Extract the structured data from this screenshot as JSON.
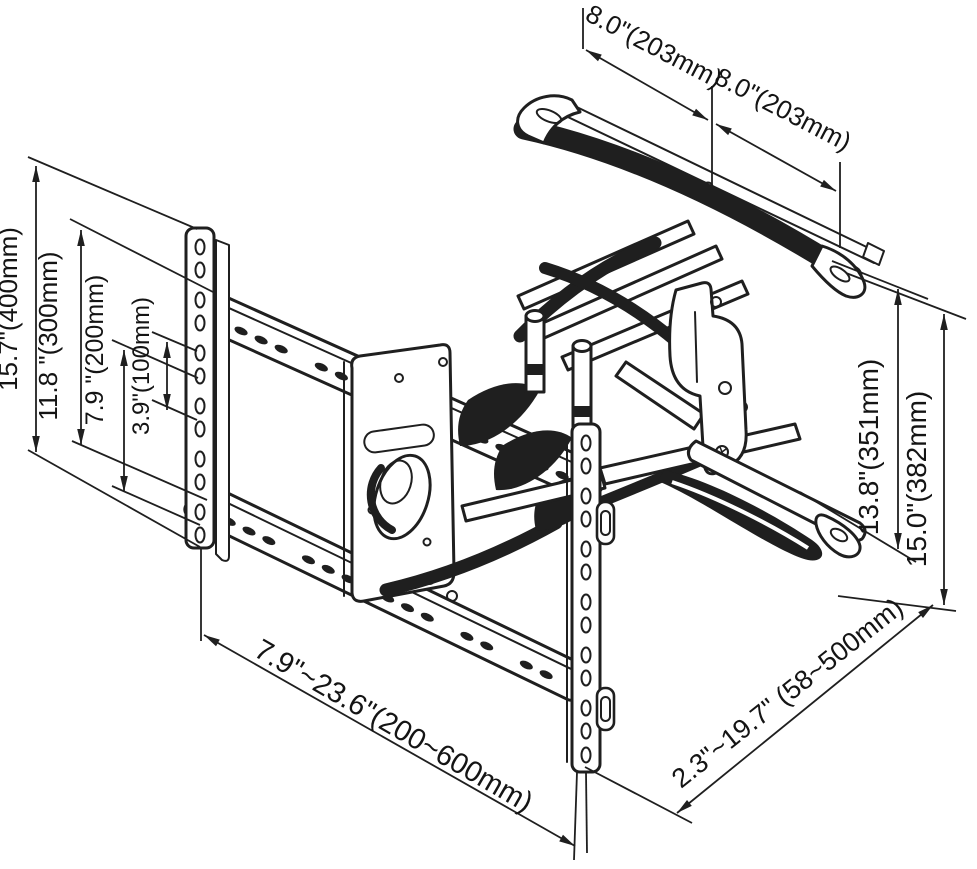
{
  "drawing": {
    "type": "tv-wall-mount-dimension-diagram",
    "line_color": "#1f1f1f",
    "background_color": "#ffffff",
    "dimensions": {
      "top": [
        {
          "label": "8.0\"(203mm)"
        },
        {
          "label": "8.0\"(203mm)"
        }
      ],
      "left": [
        {
          "label": "15.7\"(400mm)"
        },
        {
          "label": "11.8 \"(300mm)"
        },
        {
          "label": "7.9 \"(200mm)"
        },
        {
          "label": "3.9\"(100mm)"
        }
      ],
      "right": [
        {
          "label": "13.8\"(351mm)"
        },
        {
          "label": "15.0\"(382mm)"
        }
      ],
      "bottom_left": {
        "label": "7.9\"~23.6\"(200~600mm)"
      },
      "bottom_right": {
        "label": "2.3\"~19.7\" (58~500mm)"
      }
    }
  }
}
